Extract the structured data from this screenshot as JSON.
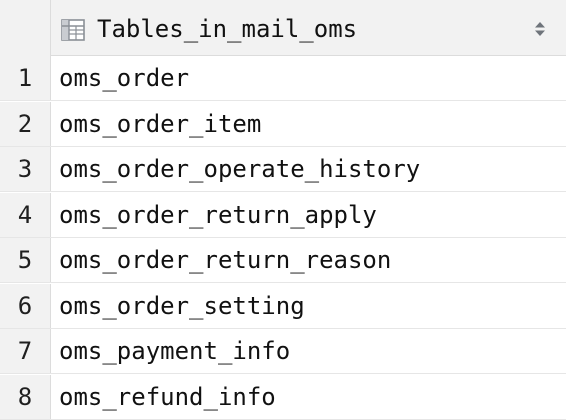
{
  "grid": {
    "column_header": "Tables_in_mail_oms",
    "header_icon": "table-icon",
    "sort_icon": "sort-arrows-icon",
    "rows": [
      {
        "num": "1",
        "value": "oms_order"
      },
      {
        "num": "2",
        "value": "oms_order_item"
      },
      {
        "num": "3",
        "value": "oms_order_operate_history"
      },
      {
        "num": "4",
        "value": "oms_order_return_apply"
      },
      {
        "num": "5",
        "value": "oms_order_return_reason"
      },
      {
        "num": "6",
        "value": "oms_order_setting"
      },
      {
        "num": "7",
        "value": "oms_payment_info"
      },
      {
        "num": "8",
        "value": "oms_refund_info"
      }
    ]
  },
  "colors": {
    "header_bg": "#f2f2f2",
    "gutter_bg": "#f2f2f2",
    "cell_bg": "#ffffff",
    "border": "#dcdcdc",
    "text": "#111111",
    "icon": "#8a8f96"
  }
}
